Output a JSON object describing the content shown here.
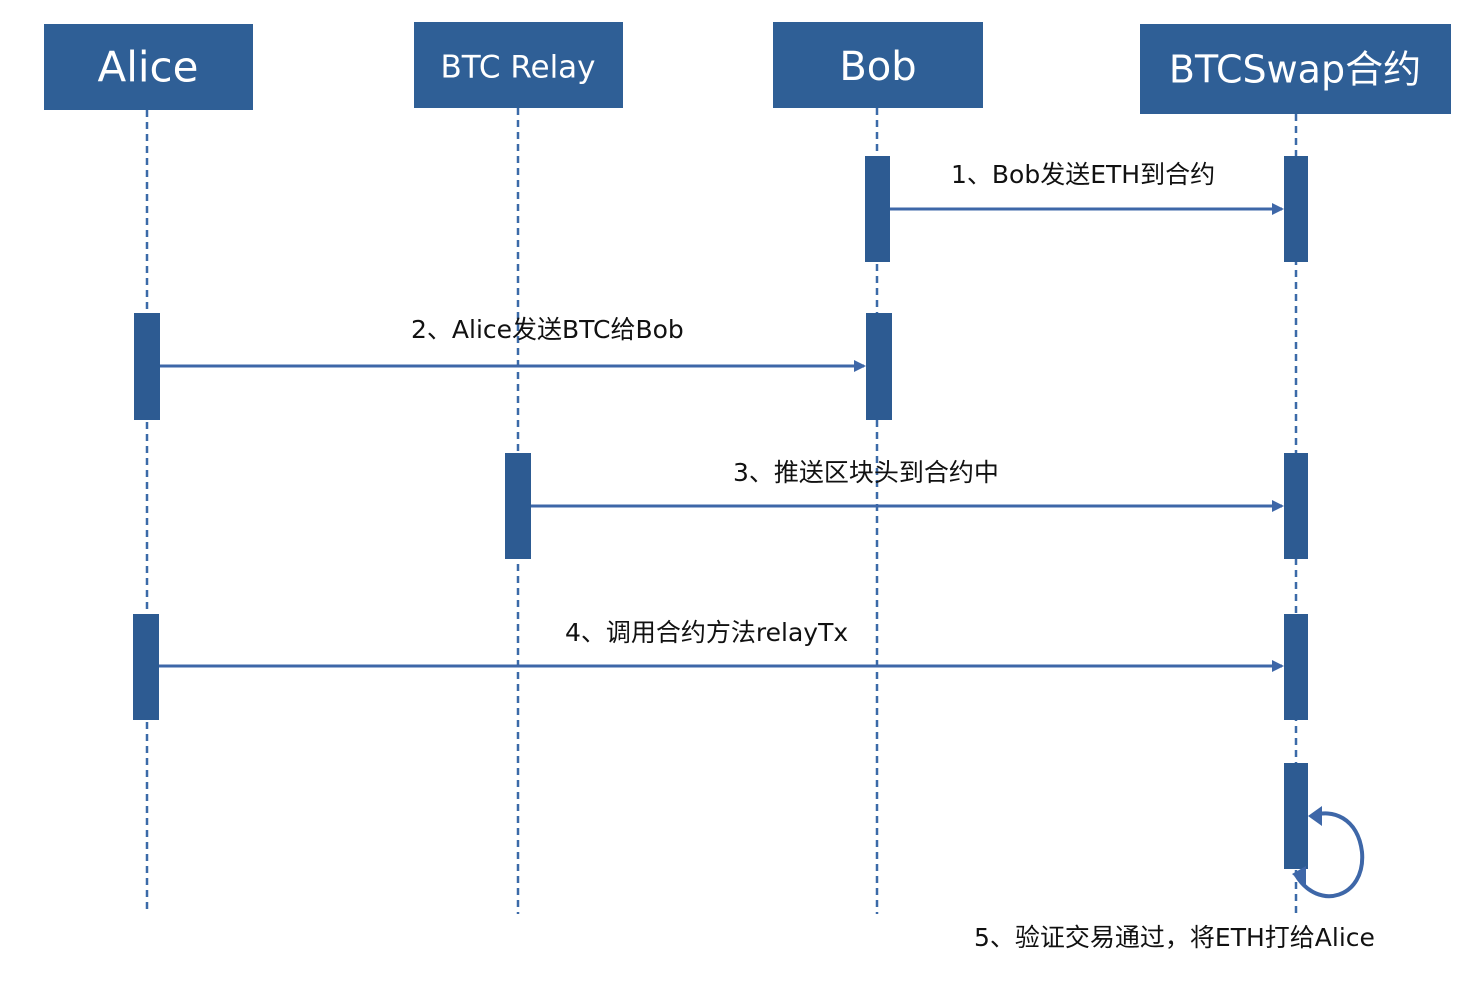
{
  "colors": {
    "actor_fill": "#2f5f96",
    "activation_fill": "#2d5b92",
    "lifeline": "#3b6aa8",
    "arrow": "#3e67a8",
    "text": "#111111",
    "background": "#ffffff"
  },
  "actors": [
    {
      "id": "alice",
      "label": "Alice"
    },
    {
      "id": "btc-relay",
      "label": "BTC Relay"
    },
    {
      "id": "bob",
      "label": "Bob"
    },
    {
      "id": "btcswap",
      "label": "BTCSwap合约"
    }
  ],
  "messages": [
    {
      "id": "msg-1",
      "label": "1、Bob发送ETH到合约",
      "from": "bob",
      "to": "btcswap"
    },
    {
      "id": "msg-2",
      "label": "2、Alice发送BTC给Bob",
      "from": "alice",
      "to": "bob"
    },
    {
      "id": "msg-3",
      "label": "3、推送区块头到合约中",
      "from": "btc-relay",
      "to": "btcswap"
    },
    {
      "id": "msg-4",
      "label": "4、调用合约方法relayTx",
      "from": "alice",
      "to": "btcswap"
    },
    {
      "id": "msg-5",
      "label": "5、验证交易通过，将ETH打给Alice",
      "from": "btcswap",
      "to": "btcswap"
    }
  ]
}
